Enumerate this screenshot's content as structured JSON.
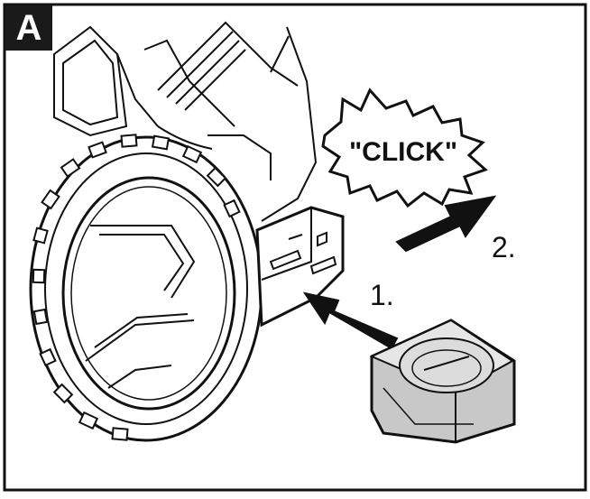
{
  "panel": {
    "label": "A"
  },
  "callout": {
    "text": "\"CLICK\""
  },
  "steps": [
    {
      "label": "1."
    },
    {
      "label": "2."
    }
  ],
  "colors": {
    "line": "#111111",
    "part_fill": "#c8c8c8",
    "background": "#ffffff"
  }
}
